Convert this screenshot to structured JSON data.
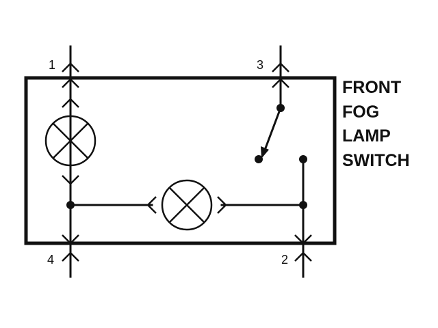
{
  "title_lines": [
    "FRONT",
    "FOG",
    "LAMP",
    "SWITCH"
  ],
  "pins": {
    "pin1": "1",
    "pin2": "2",
    "pin3": "3",
    "pin4": "4"
  },
  "icons": {
    "lamp": "lamp-icon",
    "switch": "switch-icon",
    "connector": "connector-icon"
  },
  "colors": {
    "line": "#111111",
    "background": "#ffffff"
  }
}
